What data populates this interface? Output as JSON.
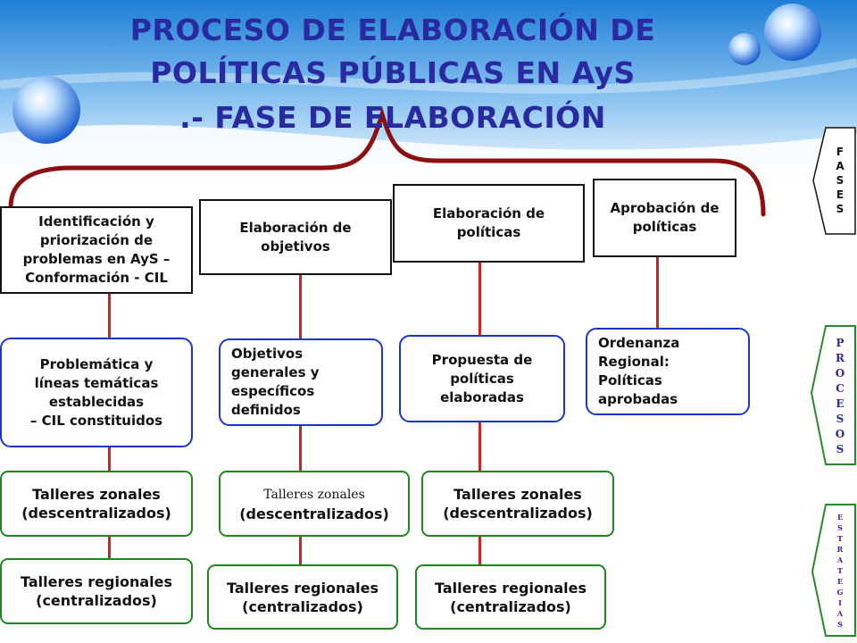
{
  "title": {
    "line1": "PROCESO DE ELABORACIÓN  DE",
    "line2": "POLÍTICAS PÚBLICAS EN AyS",
    "line3": ".- FASE DE ELABORACIÓN"
  },
  "columns": [
    {
      "phase": [
        "Identificación y",
        "priorización de",
        "problemas en AyS –",
        "Conformación - CIL"
      ],
      "product": [
        "Problemática y",
        "líneas temáticas",
        "establecidas",
        "– CIL constituidos"
      ],
      "zonal": [
        "Talleres zonales",
        "(descentralizados)"
      ],
      "regional": [
        "Talleres  regionales",
        "(centralizados)"
      ]
    },
    {
      "phase": [
        "Elaboración de",
        "objetivos"
      ],
      "product": [
        "Objetivos",
        "generales y",
        "específicos",
        "definidos"
      ],
      "zonal": [
        "Talleres zonales",
        "(descentralizados)"
      ],
      "regional": [
        "Talleres  regionales",
        "(centralizados)"
      ]
    },
    {
      "phase": [
        "Elaboración de",
        "políticas"
      ],
      "product": [
        "Propuesta de",
        "políticas",
        "elaboradas"
      ],
      "zonal": [
        "Talleres zonales",
        "(descentralizados)"
      ],
      "regional": [
        "Talleres  regionales",
        "(centralizados)"
      ]
    },
    {
      "phase": [
        "Aprobación de",
        "políticas"
      ],
      "product": [
        "Ordenanza",
        "Regional:",
        "Políticas",
        "aprobadas"
      ]
    }
  ],
  "side_tabs": [
    {
      "letters": [
        "F",
        "A",
        "S",
        "E",
        "S"
      ]
    },
    {
      "letters": [
        "P",
        "R",
        "O",
        "C",
        "E",
        "S",
        "O",
        "S"
      ]
    },
    {
      "letters": [
        "E",
        "S",
        "T",
        "R",
        "A",
        "T",
        "E",
        "G",
        "I",
        "A",
        "S"
      ]
    }
  ],
  "colors": {
    "title": "#2a2aa0",
    "brace": "#8b1010",
    "connector": "#d12020",
    "product_border": "#1a37c8",
    "workshop_border": "#1d8a1d",
    "phase_border": "#111111"
  }
}
